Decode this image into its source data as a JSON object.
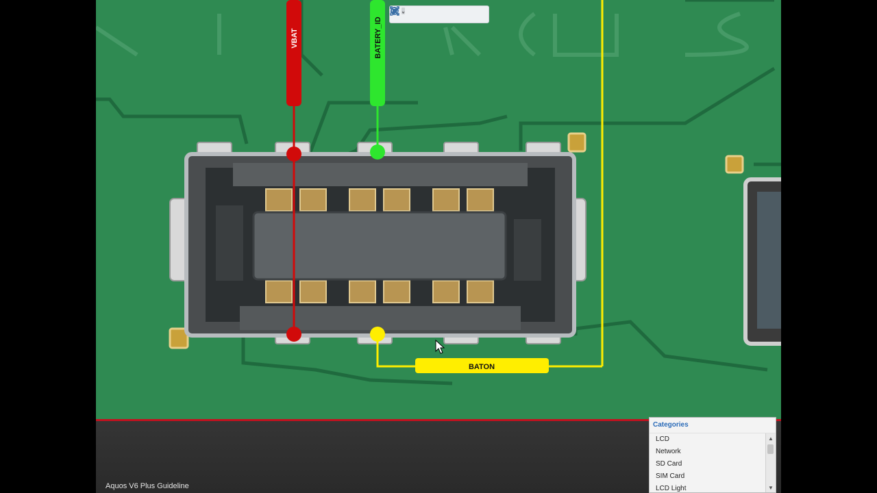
{
  "board": {
    "nets": [
      {
        "name": "VBAT",
        "color": "#d10a0a"
      },
      {
        "name": "BATERY_ID",
        "color": "#2ee62e"
      },
      {
        "name": "BATON",
        "color": "#ffee00"
      }
    ],
    "pcb_color": "#2f8a52"
  },
  "toolbar": {
    "buttons": [
      {
        "id": "rotate-left",
        "icon": "rotate-left-icon"
      },
      {
        "id": "rotate-right",
        "icon": "rotate-right-icon"
      },
      {
        "id": "fit",
        "icon": "fit-screen-icon"
      },
      {
        "id": "tool",
        "icon": "tool-dropdown-icon"
      },
      {
        "id": "zoom",
        "icon": "zoom-icon"
      }
    ]
  },
  "footer": {
    "title": "Aquos V6 Plus Guideline"
  },
  "categories": {
    "header": "Categories",
    "items": [
      "LCD",
      "Network",
      "SD Card",
      "SIM Card",
      "LCD Light"
    ]
  }
}
